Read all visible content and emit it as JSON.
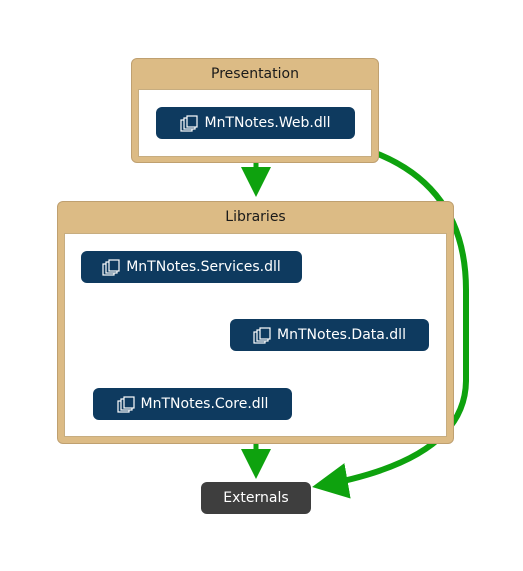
{
  "groups": {
    "presentation": {
      "title": "Presentation"
    },
    "libraries": {
      "title": "Libraries"
    }
  },
  "nodes": {
    "web": {
      "label": "MnTNotes.Web.dll",
      "icon": "assembly-icon"
    },
    "services": {
      "label": "MnTNotes.Services.dll",
      "icon": "assembly-icon"
    },
    "data": {
      "label": "MnTNotes.Data.dll",
      "icon": "assembly-icon"
    },
    "core": {
      "label": "MnTNotes.Core.dll",
      "icon": "assembly-icon"
    },
    "externals": {
      "label": "Externals"
    }
  },
  "colors": {
    "group_fill": "#dcbb85",
    "node_fill": "#0e3a5f",
    "externals_fill": "#3e3e3e",
    "edge_green": "#0ea20e",
    "edge_magenta": "#ff00ff",
    "edge_gray": "#a0a0a0"
  }
}
